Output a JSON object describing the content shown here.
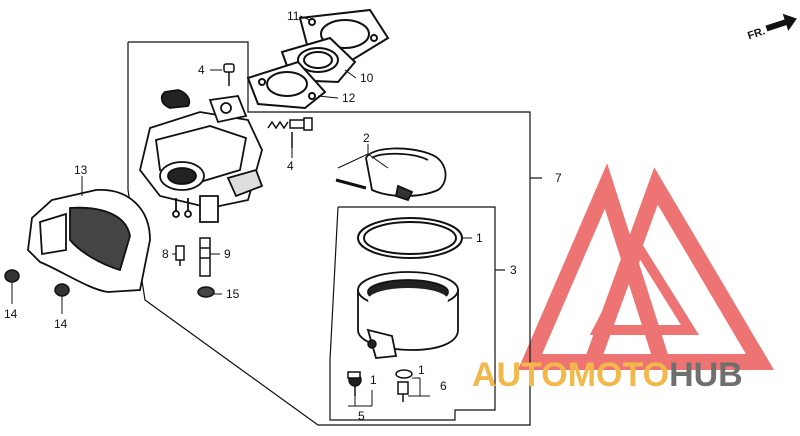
{
  "direction_label": "FR.",
  "watermark": {
    "brand_prefix": "AUTOMOTO",
    "brand_suffix": "HUB",
    "color_prefix": "#f2b84b",
    "color_suffix": "#6f6f6f",
    "logo_color": "#ec5b5b"
  },
  "callouts": [
    {
      "id": "c-11",
      "label": "11"
    },
    {
      "id": "c-4a",
      "label": "4"
    },
    {
      "id": "c-10",
      "label": "10"
    },
    {
      "id": "c-12",
      "label": "12"
    },
    {
      "id": "c-2",
      "label": "2"
    },
    {
      "id": "c-4b",
      "label": "4"
    },
    {
      "id": "c-7",
      "label": "7"
    },
    {
      "id": "c-13",
      "label": "13"
    },
    {
      "id": "c-8",
      "label": "8"
    },
    {
      "id": "c-9",
      "label": "9"
    },
    {
      "id": "c-1a",
      "label": "1"
    },
    {
      "id": "c-3",
      "label": "3"
    },
    {
      "id": "c-15",
      "label": "15"
    },
    {
      "id": "c-14a",
      "label": "14"
    },
    {
      "id": "c-14b",
      "label": "14"
    },
    {
      "id": "c-1b",
      "label": "1"
    },
    {
      "id": "c-1c",
      "label": "1"
    },
    {
      "id": "c-6",
      "label": "6"
    },
    {
      "id": "c-5",
      "label": "5"
    }
  ]
}
